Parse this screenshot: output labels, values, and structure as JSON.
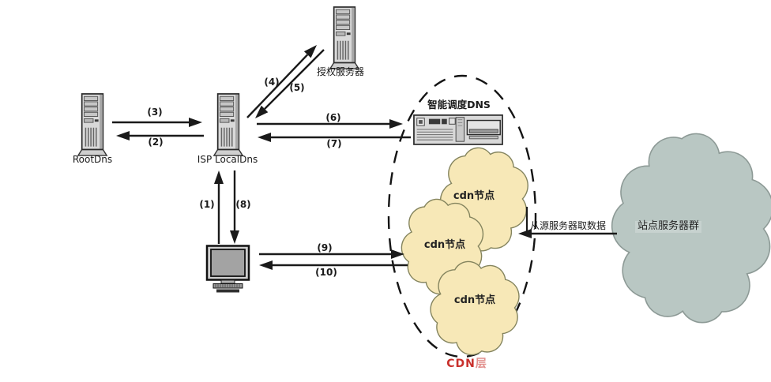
{
  "nodes": {
    "auth_server": {
      "label": "授权服务器"
    },
    "root_dns": {
      "label": "RootDns"
    },
    "isp_local_dns": {
      "label": "ISP LocalDns"
    },
    "smart_dns": {
      "label": "智能调度DNS"
    },
    "site_cluster": {
      "label": "站点服务器群"
    },
    "cdn_nodes": [
      {
        "label": "cdn节点"
      },
      {
        "label": "cdn节点"
      },
      {
        "label": "cdn节点"
      }
    ],
    "cdn_layer": {
      "prefix": "CDN",
      "suffix": "层"
    }
  },
  "arrows": {
    "n1": "(1)",
    "n2": "(2)",
    "n3": "(3)",
    "n4": "(4)",
    "n5": "(5)",
    "n6": "(6)",
    "n7": "(7)",
    "n8": "(8)",
    "n9": "(9)",
    "n10": "(10)",
    "origin_fetch": "从源服务器取数据"
  },
  "colors": {
    "cdn_cloud_fill": "#f7e8b7",
    "cdn_cloud_stroke": "#84845e",
    "site_cloud_fill": "#b9c7c3",
    "site_cloud_stroke": "#8d9a96",
    "cdn_layer_red": "#c9302c",
    "cdn_layer_red_light": "#e2908d",
    "arrow_color": "#1a1a1a"
  }
}
